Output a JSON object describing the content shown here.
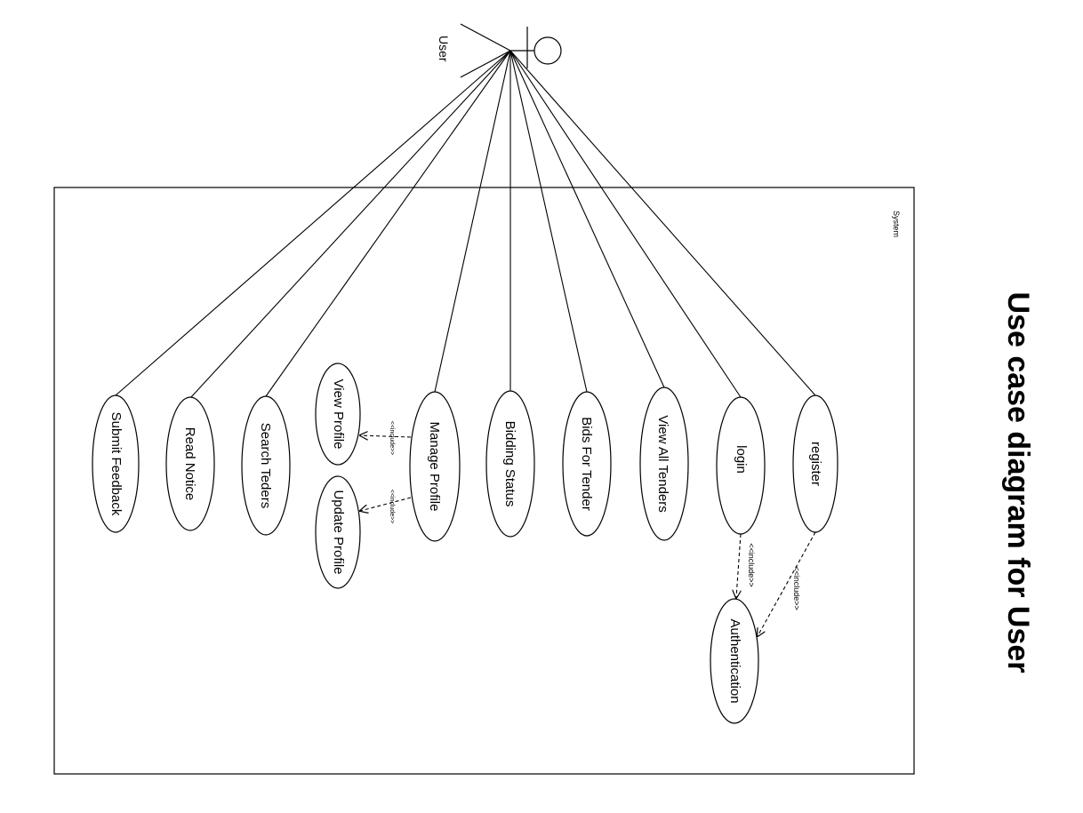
{
  "diagram": {
    "title": "Use case diagram for User",
    "system_label": "System",
    "actor_label": "User",
    "use_cases": {
      "register": "register",
      "login": "login",
      "view_all_tenders": "View All Tenders",
      "bids_for_tender": "Bids For Tender",
      "bidding_status": "Bidding Status",
      "manage_profile": "Manage Profile",
      "view_profile": "View Profile",
      "update_profile": "Update Profile",
      "search_teders": "Search Teders",
      "read_notice": "Read Notice",
      "submit_feedback": "Submit Feedback",
      "authentication": "Authentication"
    },
    "include_label": "<<include>>"
  }
}
